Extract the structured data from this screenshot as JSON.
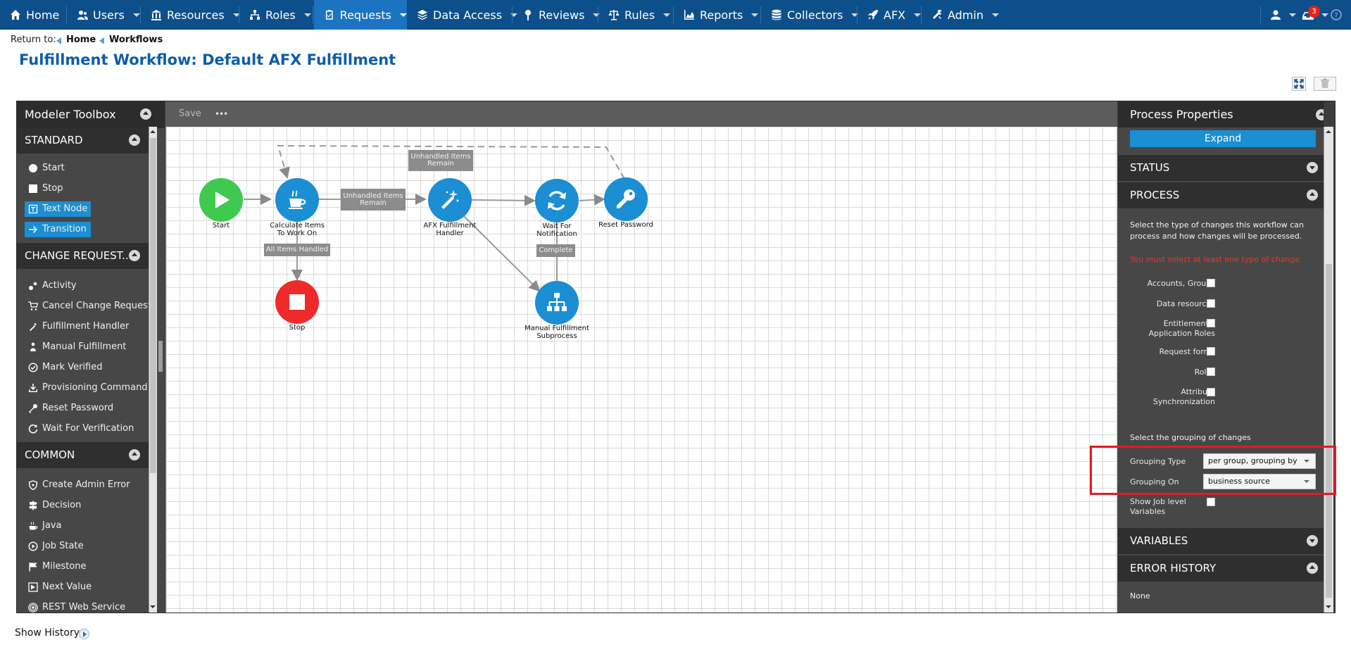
{
  "nav": {
    "items": [
      {
        "label": "Home",
        "icon": "home-icon"
      },
      {
        "label": "Users",
        "icon": "users-icon"
      },
      {
        "label": "Resources",
        "icon": "building-icon"
      },
      {
        "label": "Roles",
        "icon": "org-chart-icon"
      },
      {
        "label": "Requests",
        "icon": "clipboard-check-icon"
      },
      {
        "label": "Data Access",
        "icon": "layers-icon"
      },
      {
        "label": "Reviews",
        "icon": "pin-icon"
      },
      {
        "label": "Rules",
        "icon": "scale-icon"
      },
      {
        "label": "Reports",
        "icon": "area-chart-icon"
      },
      {
        "label": "Collectors",
        "icon": "database-icon"
      },
      {
        "label": "AFX",
        "icon": "rocket-icon"
      },
      {
        "label": "Admin",
        "icon": "tools-icon"
      }
    ],
    "notification_count": "3",
    "accent": "#1c73c2",
    "bar_color": "#0d4f8b"
  },
  "breadcrumb": {
    "prefix": "Return to:",
    "items": [
      "Home",
      "Workflows"
    ]
  },
  "page_title": "Fulfillment Workflow: Default AFX Fulfillment",
  "toolbox": {
    "title": "Modeler Toolbox",
    "sections": [
      {
        "label": "STANDARD",
        "items": [
          "Start",
          "Stop",
          "Text Node",
          "Transition"
        ]
      },
      {
        "label": "CHANGE REQUEST...",
        "items": [
          "Activity",
          "Cancel Change Request",
          "Fulfillment Handler",
          "Manual Fulfillment",
          "Mark Verified",
          "Provisioning Command",
          "Reset Password",
          "Wait For Verification"
        ]
      },
      {
        "label": "COMMON",
        "items": [
          "Create Admin Error",
          "Decision",
          "Java",
          "Job State",
          "Milestone",
          "Next Value",
          "REST Web Service"
        ]
      }
    ]
  },
  "canvas": {
    "save_label": "Save",
    "more_label": "•••",
    "nodes": [
      {
        "label": "Start",
        "color": "#3fc94f"
      },
      {
        "label": "Calculate Items To Work On",
        "color": "#1b8ed4"
      },
      {
        "label": "AFX Fulfillment Handler",
        "color": "#1b8ed4"
      },
      {
        "label": "Wait For Notification",
        "color": "#1b8ed4"
      },
      {
        "label": "Reset Password",
        "color": "#1b8ed4"
      },
      {
        "label": "Stop",
        "color": "#ee2a2a"
      },
      {
        "label": "Manual Fulfillment Subprocess",
        "color": "#1b8ed4"
      }
    ],
    "edge_labels": [
      "Unhandled Items Remain",
      "Unhandled Items Remain",
      "All Items Handled",
      "Complete"
    ]
  },
  "properties": {
    "title": "Process Properties",
    "expand_label": "Expand",
    "sections": {
      "status": "STATUS",
      "process": "PROCESS",
      "variables": "VARIABLES",
      "error_history": "ERROR HISTORY"
    },
    "process_desc": "Select the type of changes this workflow can process and how changes will be processed.",
    "warning": "You must select at least one type of change",
    "change_types": [
      "Accounts, Groups",
      "Data resources",
      "Entitlements, Application Roles",
      "Request forms",
      "Roles",
      "Attribute Synchronization"
    ],
    "grouping_desc": "Select the grouping of changes",
    "grouping_type_label": "Grouping Type",
    "grouping_type_value": "per group, grouping by",
    "grouping_on_label": "Grouping On",
    "grouping_on_value": "business source",
    "show_job_vars_label": "Show Job level Variables",
    "error_history_value": "None"
  },
  "footer": {
    "show_history": "Show History"
  }
}
